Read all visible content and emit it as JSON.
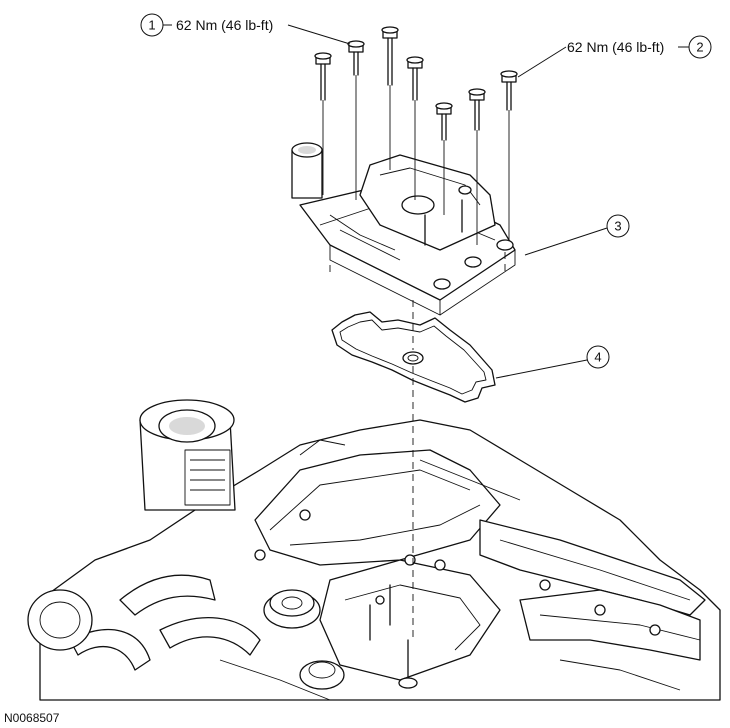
{
  "callouts": [
    {
      "number": "1",
      "torque": "62 Nm (46 lb-ft)"
    },
    {
      "number": "2",
      "torque": "62 Nm (46 lb-ft)"
    },
    {
      "number": "3"
    },
    {
      "number": "4"
    }
  ],
  "figure_id": "N0068507",
  "icons": [
    "bolt-icon",
    "bracket-icon",
    "gasket-icon",
    "engine-icon"
  ]
}
